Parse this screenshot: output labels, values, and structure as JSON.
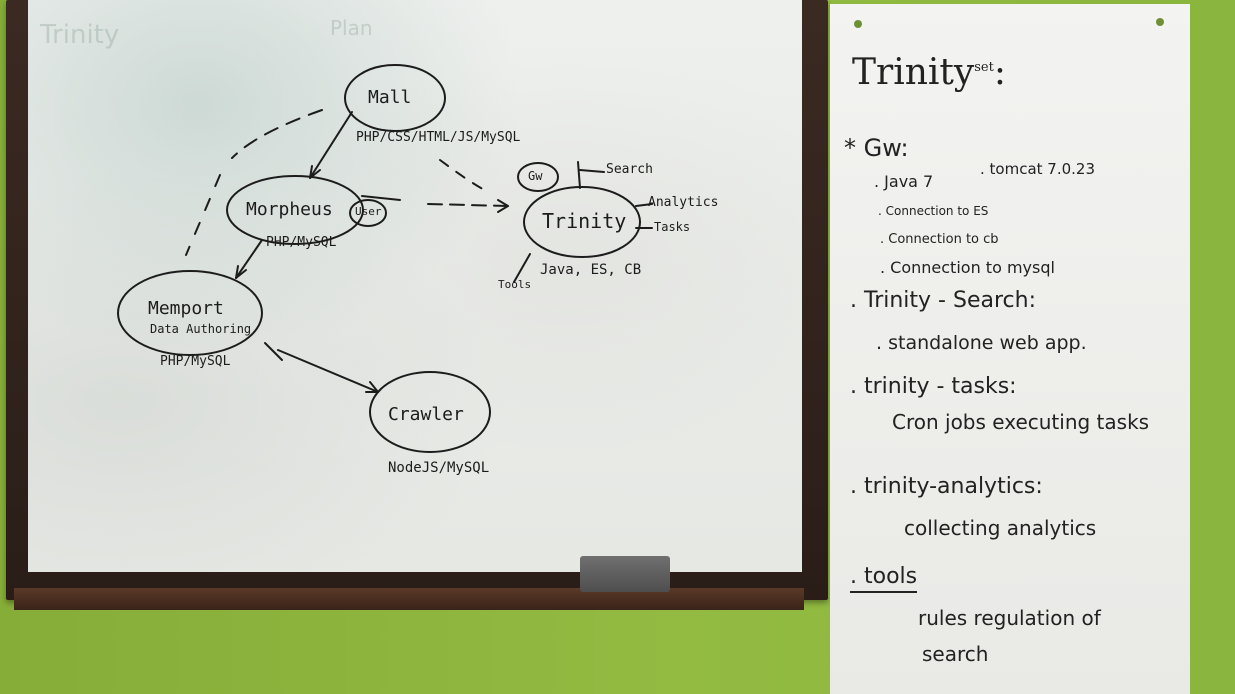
{
  "whiteboard": {
    "nodes": {
      "mall": "Mall",
      "morpheus": "Morpheus",
      "user": "User",
      "memport": "Memport",
      "memport_sub": "Data Authoring",
      "crawler": "Crawler",
      "gw": "Gw",
      "trinity": "Trinity"
    },
    "notes": {
      "mall_stack": "PHP/CSS/HTML/JS/MySQL",
      "morpheus_stack": "PHP/MySQL",
      "memport_stack": "PHP/MySQL",
      "crawler_stack": "NodeJS/MySQL",
      "trinity_stack": "Java, ES, CB",
      "search": "Search",
      "analytics": "Analytics",
      "tasks": "Tasks",
      "tools": "Tools"
    }
  },
  "flipchart": {
    "title": "Trinity",
    "title_sup": "set",
    "sections": [
      {
        "heading": "Gw:",
        "items": [
          "Java 7",
          "tomcat 7.0.23",
          "Connection to ES",
          "Connection to cb",
          "Connection to mysql"
        ]
      },
      {
        "heading": "Trinity - Search:",
        "items": [
          "standalone web app."
        ]
      },
      {
        "heading": "trinity - tasks:",
        "items": [
          "Cron jobs executing tasks"
        ]
      },
      {
        "heading": "trinity-analytics:",
        "items": [
          "collecting analytics"
        ]
      },
      {
        "heading": "tools",
        "items": [
          "rules regulation of",
          "search"
        ]
      }
    ]
  }
}
